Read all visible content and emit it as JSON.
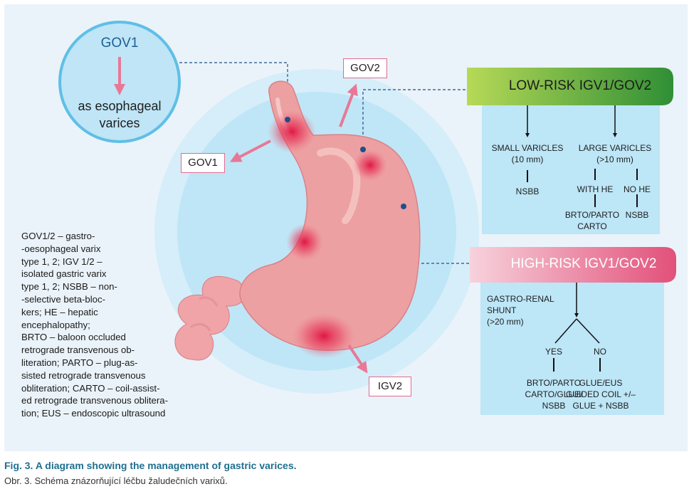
{
  "circle": {
    "top": "GOV1",
    "bottom": "as esophageal\nvarices"
  },
  "tags": {
    "gov2": "GOV2",
    "gov1": "GOV1",
    "igv2": "IGV2"
  },
  "low_risk": {
    "title": "LOW-RISK IGV1/GOV2",
    "small": "SMALL VARICLES\n(10 mm)",
    "small_tx": "NSBB",
    "large": "LARGE VARICLES\n(>10 mm)",
    "with_he": "WITH HE",
    "no_he": "NO HE",
    "with_he_tx": "BRTO/PARTO\nCARTO",
    "no_he_tx": "NSBB"
  },
  "high_risk": {
    "title": "HIGH-RISK IGV1/GOV2",
    "shunt": "GASTRO-RENAL\nSHUNT\n(>20 mm)",
    "yes": "YES",
    "no": "NO",
    "yes_tx": "BRTO/PARTO\nCARTO/GLUE/\nNSBB",
    "no_tx": "GLUE/EUS\nGUIDED COIL +/–\nGLUE + NSBB"
  },
  "legend": "GOV1/2 – gastro-\n-oesophageal varix\ntype 1, 2; IGV 1/2 –\nisolated gastric varix\ntype 1, 2; NSBB – non-\n-selective beta-bloc-\nkers; HE – hepatic\nencephalopathy;\nBRTO – baloon occluded\nretrograde transvenous ob-\nliteration; PARTO – plug-as-\nsisted retrograde transvenous\nobliteration; CARTO – coil-assist-\ned retrograde transvenous oblitera-\ntion; EUS – endoscopic ultrasound",
  "caption": {
    "title": "Fig. 3. A diagram showing the management of gastric varices.",
    "subtitle": "Obr. 3. Schéma znázorňující léčbu žaludečních varixů."
  },
  "colors": {
    "low_risk_green": "#2f8f35",
    "high_risk_pink": "#e2507a",
    "box_blue": "#bde6f7",
    "arrow_pink": "#e87897",
    "caption_blue": "#1f6f8f"
  }
}
